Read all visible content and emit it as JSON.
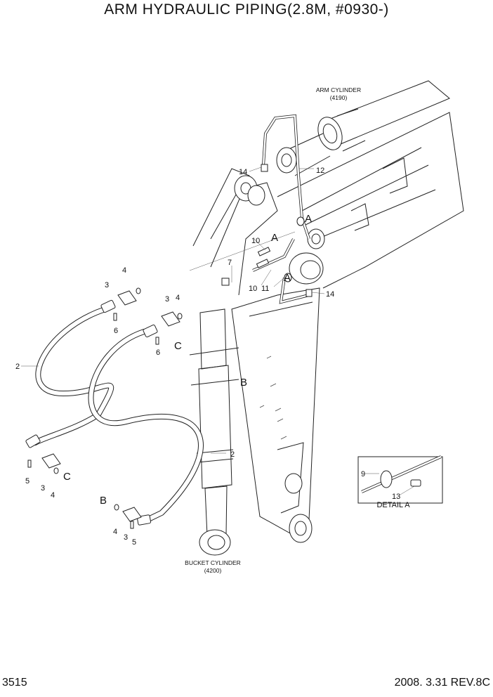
{
  "title": "ARM HYDRAULIC PIPING(2.8M, #0930-)",
  "page_number": "3515",
  "revision": "2008. 3.31  REV.8C",
  "captions": {
    "arm_cylinder": "ARM CYLINDER",
    "arm_cylinder_code": "(4190)",
    "bucket_cylinder": "BUCKET CYLINDER",
    "bucket_cylinder_code": "(4200)",
    "detail": "DETAIL  A"
  },
  "callouts": [
    "14",
    "12",
    "A",
    "10",
    "A",
    "7",
    "10",
    "11",
    "A",
    "14",
    "4",
    "3",
    "6",
    "3",
    "4",
    "6",
    "C",
    "B",
    "2",
    "2",
    "5",
    "3",
    "4",
    "C",
    "B",
    "4",
    "3",
    "5",
    "9",
    "13"
  ]
}
